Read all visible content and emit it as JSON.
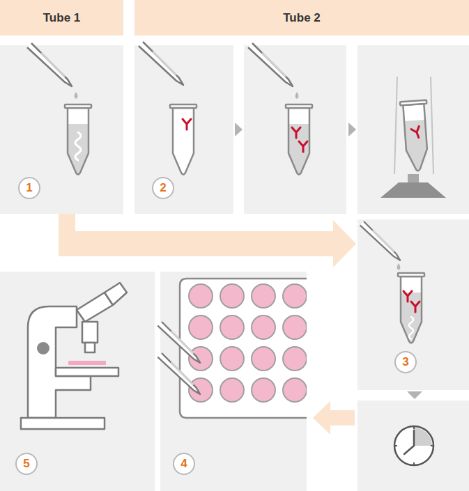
{
  "diagram": {
    "nodes": [
      {
        "text": [
          "Tube 1"
        ]
      },
      {
        "text": [
          "Tube 2"
        ]
      },
      {
        "text": [
          "1"
        ]
      },
      {
        "text": [
          "2"
        ]
      },
      {
        "text": [
          "3"
        ]
      },
      {
        "text": [
          "4"
        ]
      },
      {
        "text": [
          "5"
        ]
      }
    ]
  }
}
